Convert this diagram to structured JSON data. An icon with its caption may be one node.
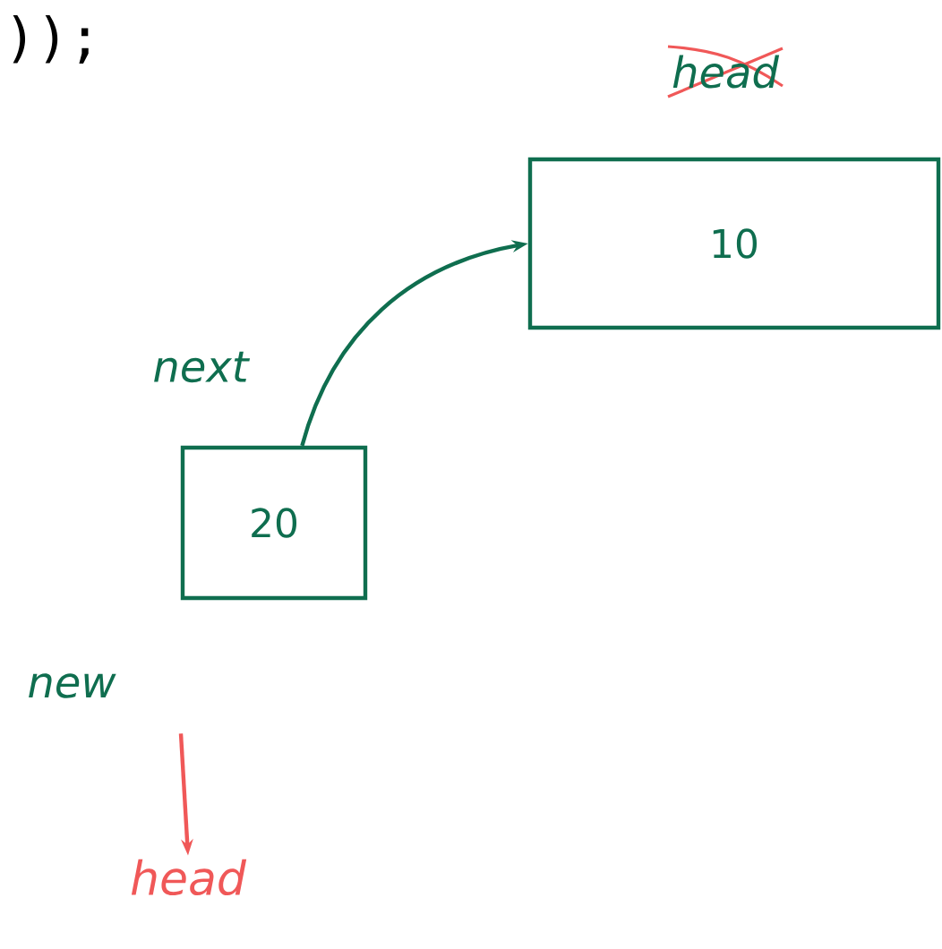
{
  "diagram": {
    "nodes": [
      {
        "text": [
          "10"
        ],
        "beside": [
          "head"
        ]
      },
      {
        "text": [
          "20"
        ],
        "beside": [
          "new"
        ]
      },
      {
        "text": [
          "head"
        ]
      }
    ],
    "edges": [
      {
        "from": 1,
        "to": 0,
        "arrow": "to",
        "label": "next"
      },
      {
        "from": null,
        "to": 2,
        "arrow": "to",
        "color": "#f05858"
      }
    ],
    "labels": [
      "));"
    ]
  }
}
